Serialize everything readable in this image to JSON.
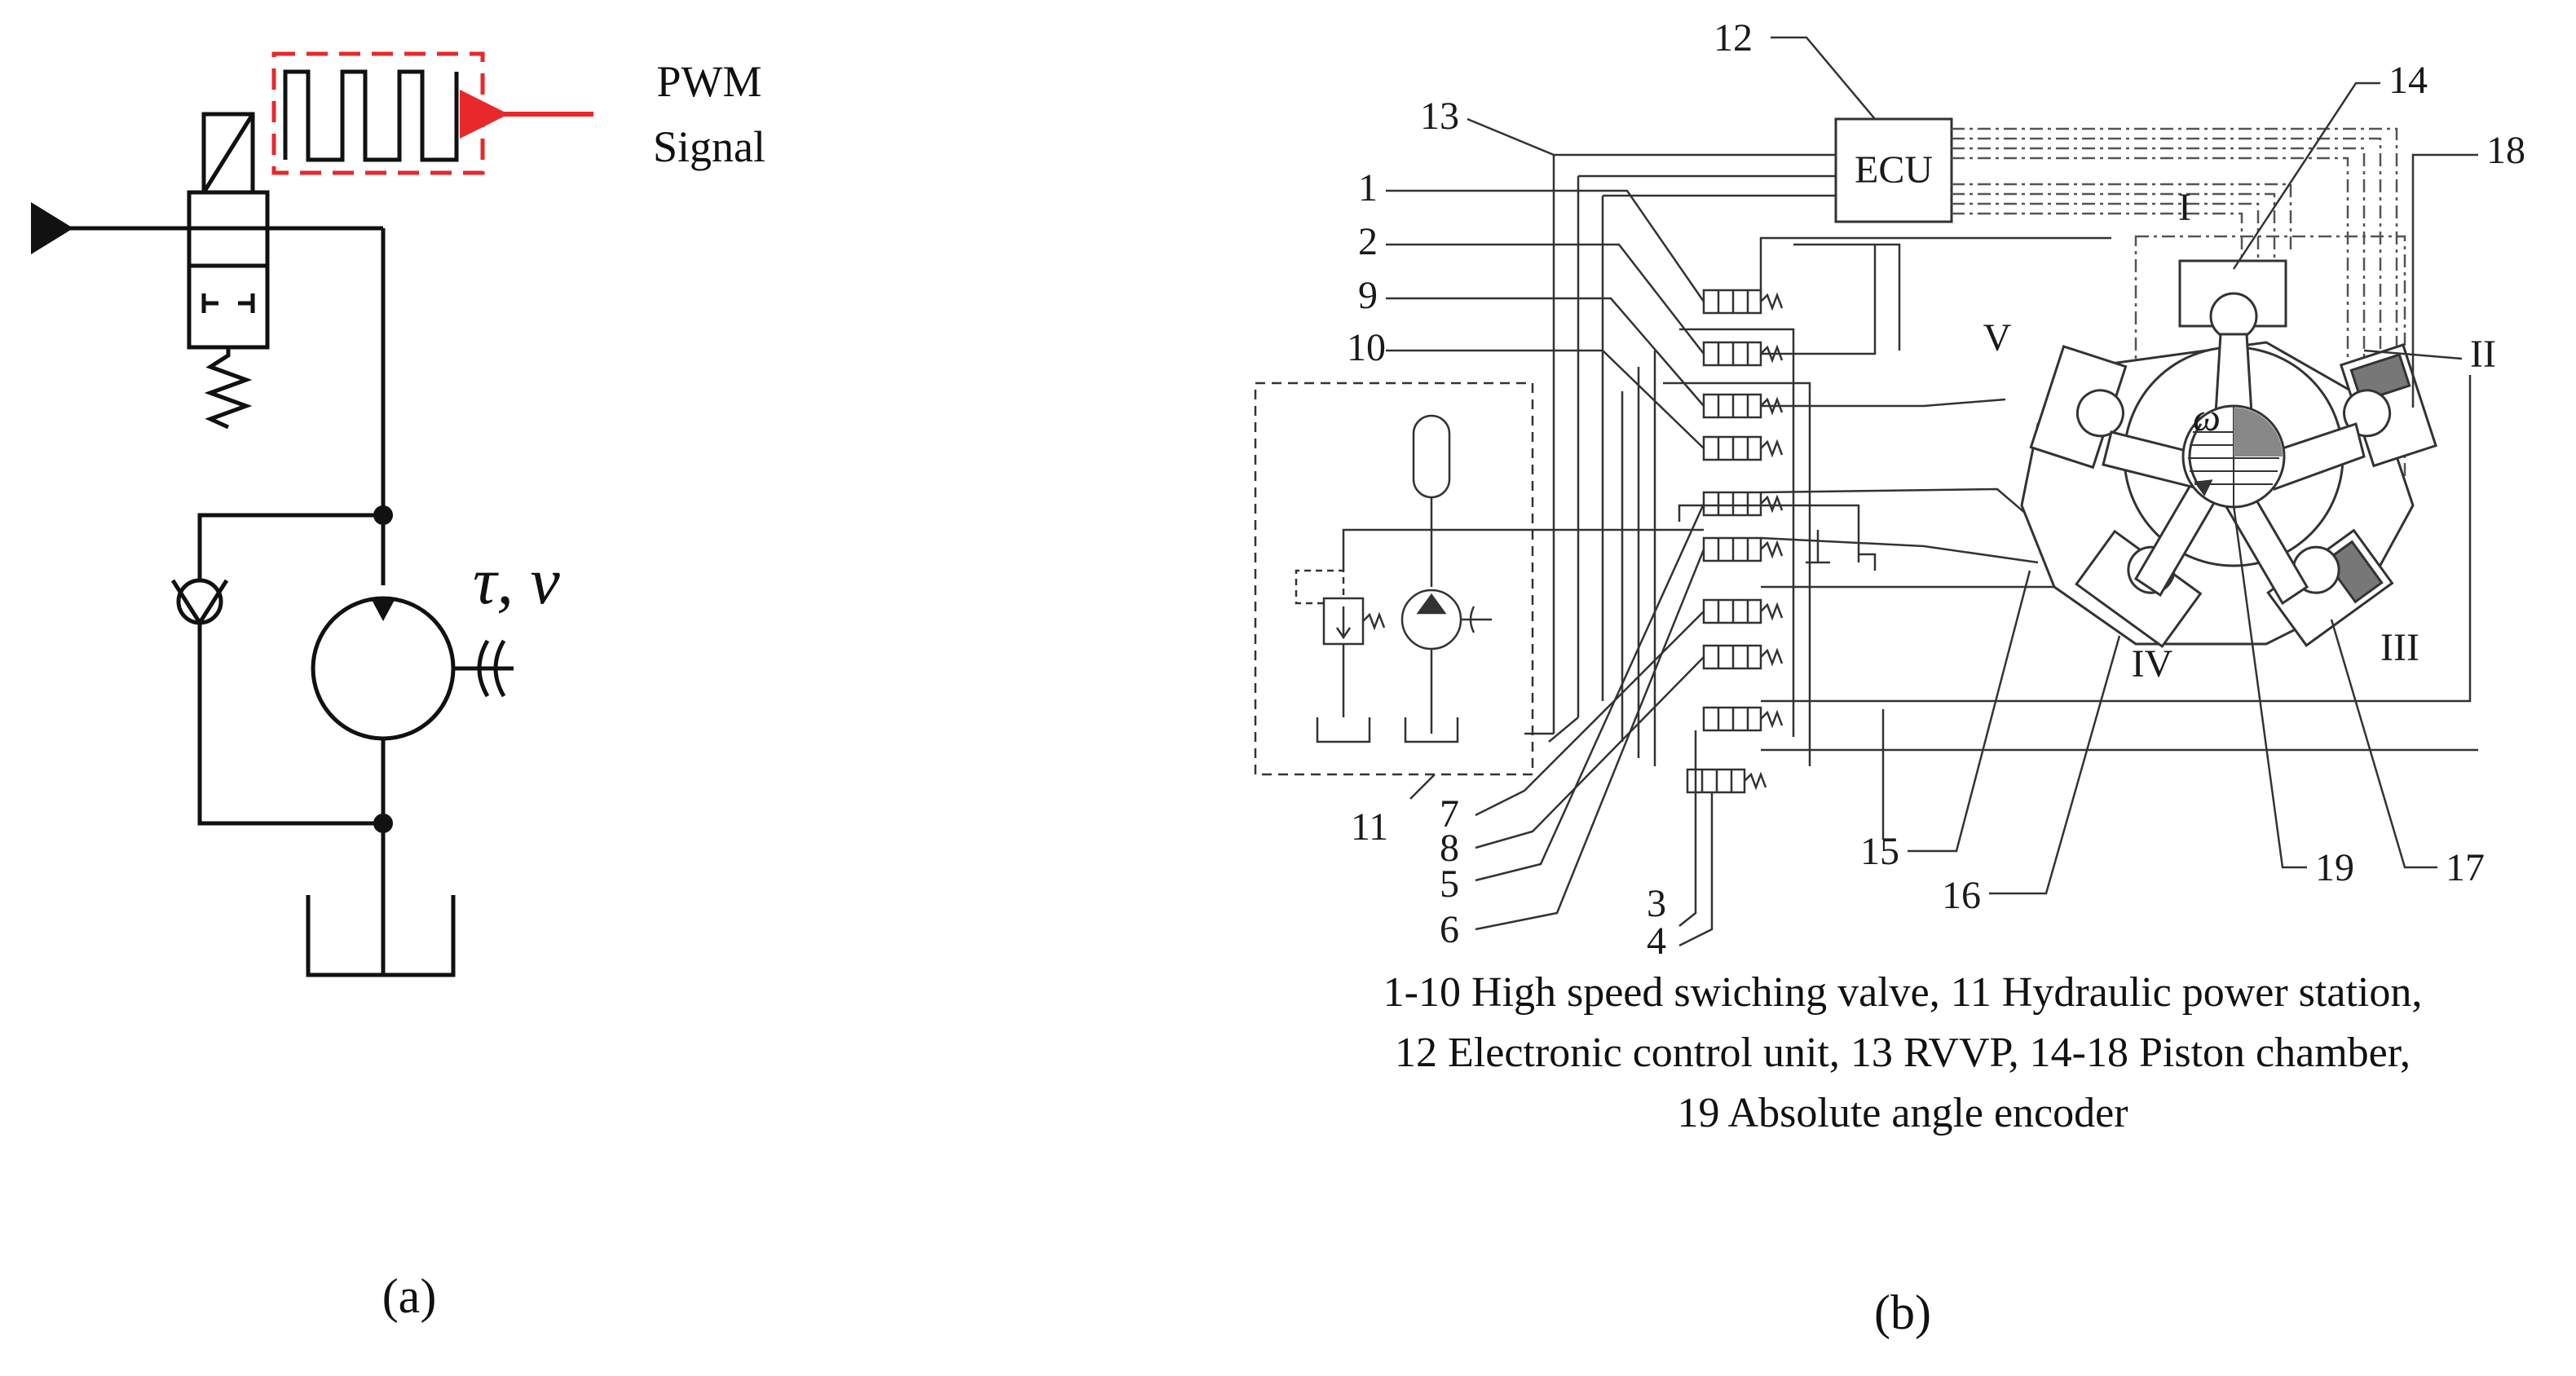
{
  "panel_a": {
    "pwm_line1": "PWM",
    "pwm_line2": "Signal",
    "tau_v": "τ,  v",
    "caption": "(a)",
    "colors": {
      "accent": "#e8282b",
      "line": "#111111"
    }
  },
  "panel_b": {
    "ecu": "ECU",
    "labels": {
      "n1": "1",
      "n2": "2",
      "n3": "3",
      "n4": "4",
      "n5": "5",
      "n6": "6",
      "n7": "7",
      "n8": "8",
      "n9": "9",
      "n10": "10",
      "n11": "11",
      "n12": "12",
      "n13": "13",
      "n14": "14",
      "n15": "15",
      "n16": "16",
      "n17": "17",
      "n18": "18",
      "n19": "19",
      "rI": "I",
      "rII": "II",
      "rIII": "III",
      "rIV": "IV",
      "rV": "V",
      "omega": "ω"
    },
    "legend": [
      "1-10 High speed swiching valve, 11 Hydraulic power station,",
      "12 Electronic control unit, 13 RVVP, 14-18 Piston chamber,",
      "19 Absolute  angle encoder"
    ],
    "caption": "(b)",
    "colors": {
      "shade": "#777777",
      "line": "#333333"
    }
  }
}
